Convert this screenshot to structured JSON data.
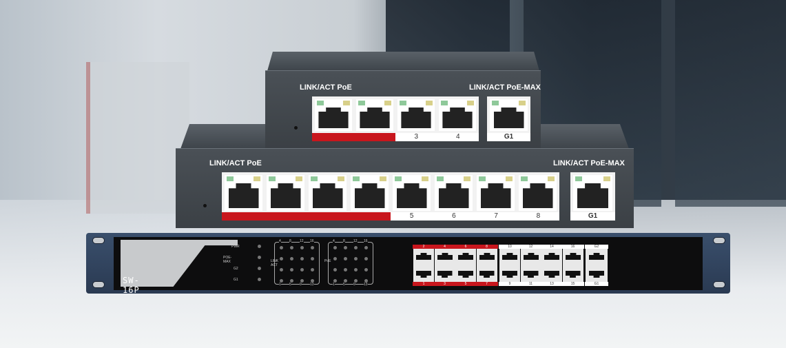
{
  "top_switch": {
    "left_label": "LINK/ACT PoE",
    "right_label": "LINK/ACT PoE-MAX",
    "port_numbers": [
      "",
      "",
      "3",
      "4"
    ],
    "uplink": "G1"
  },
  "middle_switch": {
    "left_label": "LINK/ACT PoE",
    "right_label": "LINK/ACT PoE-MAX",
    "port_numbers": [
      "",
      "",
      "",
      "",
      "5",
      "6",
      "7",
      "8"
    ],
    "uplink": "G1"
  },
  "rack_switch": {
    "model": "SW-16P",
    "indicators": [
      "PWR",
      "POE-MAX",
      "G2",
      "G1"
    ],
    "link_label": "LINK ACT",
    "poe_label": "PoE",
    "grid_top": [
      "4",
      "8",
      "12",
      "16"
    ],
    "grid_bottom": [
      "1",
      "5",
      "9",
      "13"
    ],
    "top_numbers": [
      "2",
      "4",
      "6",
      "8",
      "10",
      "12",
      "14",
      "16"
    ],
    "bottom_numbers": [
      "1",
      "3",
      "5",
      "7",
      "9",
      "11",
      "13",
      "15"
    ],
    "uplink_top": "G2",
    "uplink_bottom": "G1"
  },
  "colors": {
    "accent_red": "#c8161d",
    "chassis": "#42484e",
    "rack_blue": "#33465f"
  }
}
